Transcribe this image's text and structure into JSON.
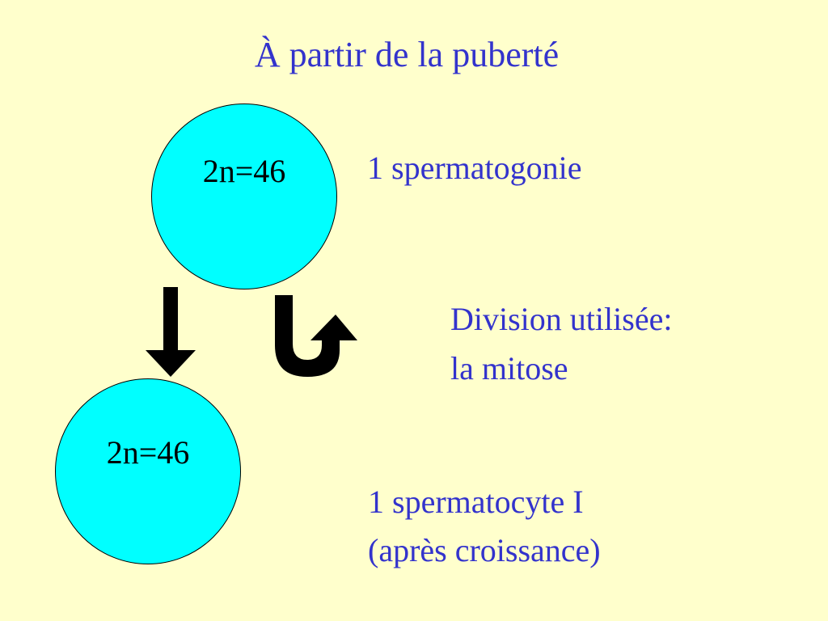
{
  "title": "À partir de la puberté",
  "cells": {
    "top": {
      "label": "2n=46",
      "name": "1 spermatogonie"
    },
    "bottom": {
      "label": "2n=46",
      "name_line1": "1 spermatocyte I",
      "name_line2": "(après croissance)"
    }
  },
  "division": {
    "line1": "Division utilisée:",
    "line2": "la mitose"
  },
  "icons": {
    "down_arrow": "down-arrow-icon",
    "return_arrow": "curved-return-arrow-icon"
  },
  "colors": {
    "background": "#FFFFCC",
    "text": "#3333CC",
    "cell_fill": "#00FFFF",
    "arrow": "#000000"
  }
}
